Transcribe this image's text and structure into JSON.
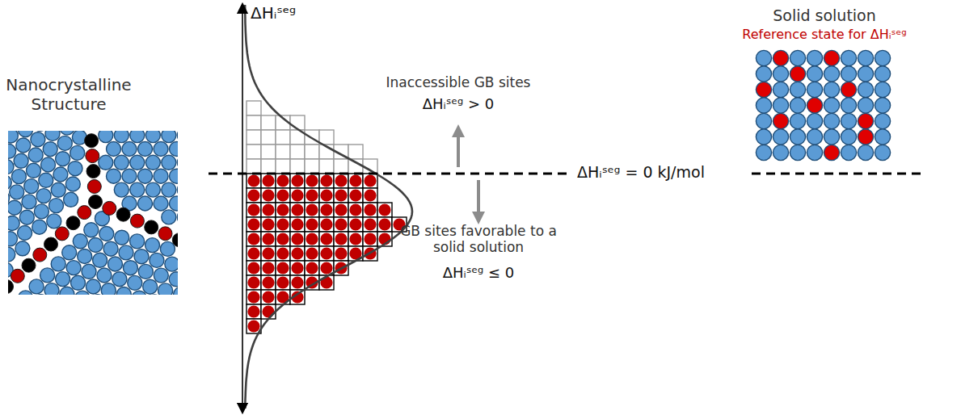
{
  "diagram": {
    "labels": [
      "Nanocrystalline Structure",
      "ΔHᵢˢᵉᵍ",
      "Inaccessible GB sites",
      "ΔHᵢˢᵉᵍ > 0",
      "ΔHᵢˢᵉᵍ = 0 kJ/mol",
      "GB sites favorable to a solid solution",
      "ΔHᵢˢᵉᵍ ≤ 0",
      "Solid solution",
      "Reference state for ΔHᵢˢᵉᵍ"
    ]
  }
}
